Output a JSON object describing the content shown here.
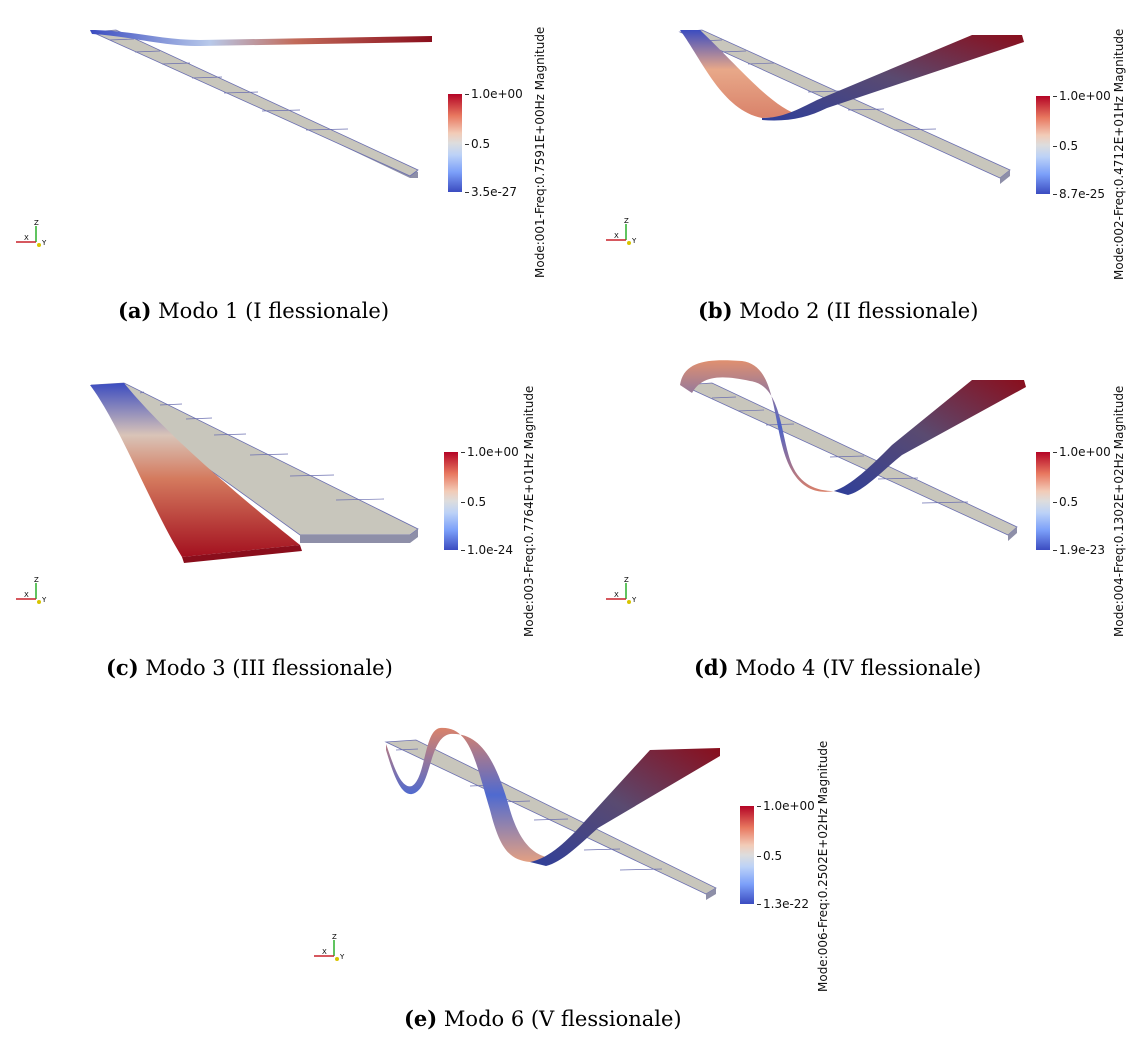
{
  "colors": {
    "high": "#b40426",
    "mid": "#dddddd",
    "low": "#3b4cc0",
    "plate": "#c8c6bc"
  },
  "axes_labels": {
    "x": "X",
    "y": "Y",
    "z": "Z"
  },
  "panels": [
    {
      "caption_tag": "(a)",
      "caption_text": "Modo 1 (I flessionale)",
      "cb_title": "Mode:001-Freq:0.7591E+00Hz Magnitude",
      "cb_max": "1.0e+00",
      "cb_mid": "0.5",
      "cb_min": "3.5e-27"
    },
    {
      "caption_tag": "(b)",
      "caption_text": "Modo 2 (II flessionale)",
      "cb_title": "Mode:002-Freq:0.4712E+01Hz Magnitude",
      "cb_max": "1.0e+00",
      "cb_mid": "0.5",
      "cb_min": "8.7e-25"
    },
    {
      "caption_tag": "(c)",
      "caption_text": "Modo 3 (III flessionale)",
      "cb_title": "Mode:003-Freq:0.7764E+01Hz Magnitude",
      "cb_max": "1.0e+00",
      "cb_mid": "0.5",
      "cb_min": "1.0e-24"
    },
    {
      "caption_tag": "(d)",
      "caption_text": "Modo 4 (IV flessionale)",
      "cb_title": "Mode:004-Freq:0.1302E+02Hz Magnitude",
      "cb_max": "1.0e+00",
      "cb_mid": "0.5",
      "cb_min": "1.9e-23"
    },
    {
      "caption_tag": "(e)",
      "caption_text": "Modo 6 (V flessionale)",
      "cb_title": "Mode:006-Freq:0.2502E+02Hz Magnitude",
      "cb_max": "1.0e+00",
      "cb_mid": "0.5",
      "cb_min": "1.3e-22"
    }
  ]
}
